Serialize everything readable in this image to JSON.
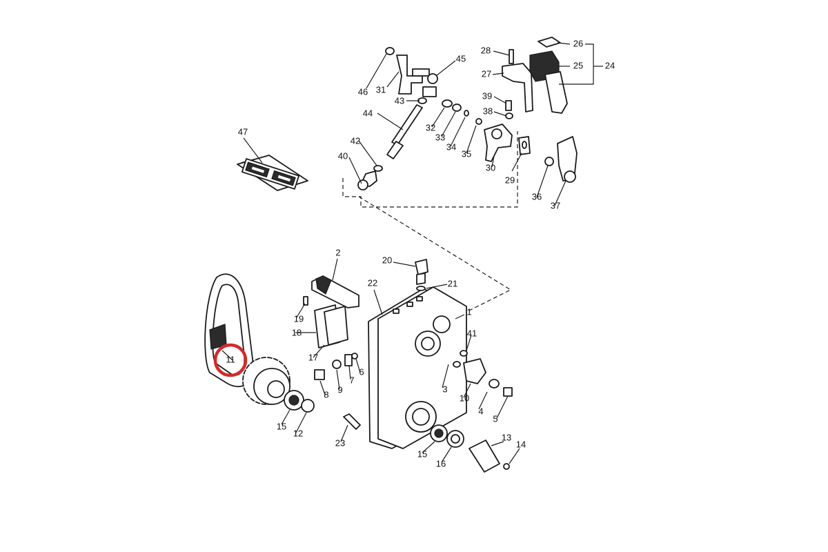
{
  "diagram": {
    "highlight_color": "#d42a2a",
    "highlighted_part": "11",
    "callouts": [
      {
        "id": "1",
        "label": "1"
      },
      {
        "id": "2",
        "label": "2"
      },
      {
        "id": "3",
        "label": "3"
      },
      {
        "id": "4",
        "label": "4"
      },
      {
        "id": "5",
        "label": "5"
      },
      {
        "id": "6",
        "label": "6"
      },
      {
        "id": "7",
        "label": "7"
      },
      {
        "id": "8",
        "label": "8"
      },
      {
        "id": "9",
        "label": "9"
      },
      {
        "id": "10",
        "label": "10"
      },
      {
        "id": "11",
        "label": "11"
      },
      {
        "id": "12",
        "label": "12"
      },
      {
        "id": "13",
        "label": "13"
      },
      {
        "id": "14",
        "label": "14"
      },
      {
        "id": "15a",
        "label": "15"
      },
      {
        "id": "15b",
        "label": "15"
      },
      {
        "id": "16",
        "label": "16"
      },
      {
        "id": "17",
        "label": "17"
      },
      {
        "id": "18",
        "label": "18"
      },
      {
        "id": "19",
        "label": "19"
      },
      {
        "id": "20",
        "label": "20"
      },
      {
        "id": "21",
        "label": "21"
      },
      {
        "id": "22",
        "label": "22"
      },
      {
        "id": "23",
        "label": "23"
      },
      {
        "id": "24",
        "label": "24"
      },
      {
        "id": "25",
        "label": "25"
      },
      {
        "id": "26",
        "label": "26"
      },
      {
        "id": "27",
        "label": "27"
      },
      {
        "id": "28",
        "label": "28"
      },
      {
        "id": "29",
        "label": "29"
      },
      {
        "id": "30",
        "label": "30"
      },
      {
        "id": "31",
        "label": "31"
      },
      {
        "id": "32",
        "label": "32"
      },
      {
        "id": "33",
        "label": "33"
      },
      {
        "id": "34",
        "label": "34"
      },
      {
        "id": "35",
        "label": "35"
      },
      {
        "id": "36",
        "label": "36"
      },
      {
        "id": "37",
        "label": "37"
      },
      {
        "id": "38",
        "label": "38"
      },
      {
        "id": "39",
        "label": "39"
      },
      {
        "id": "40",
        "label": "40"
      },
      {
        "id": "41",
        "label": "41"
      },
      {
        "id": "42",
        "label": "42"
      },
      {
        "id": "43",
        "label": "43"
      },
      {
        "id": "44",
        "label": "44"
      },
      {
        "id": "45",
        "label": "45"
      },
      {
        "id": "46",
        "label": "46"
      },
      {
        "id": "47",
        "label": "47"
      }
    ]
  }
}
